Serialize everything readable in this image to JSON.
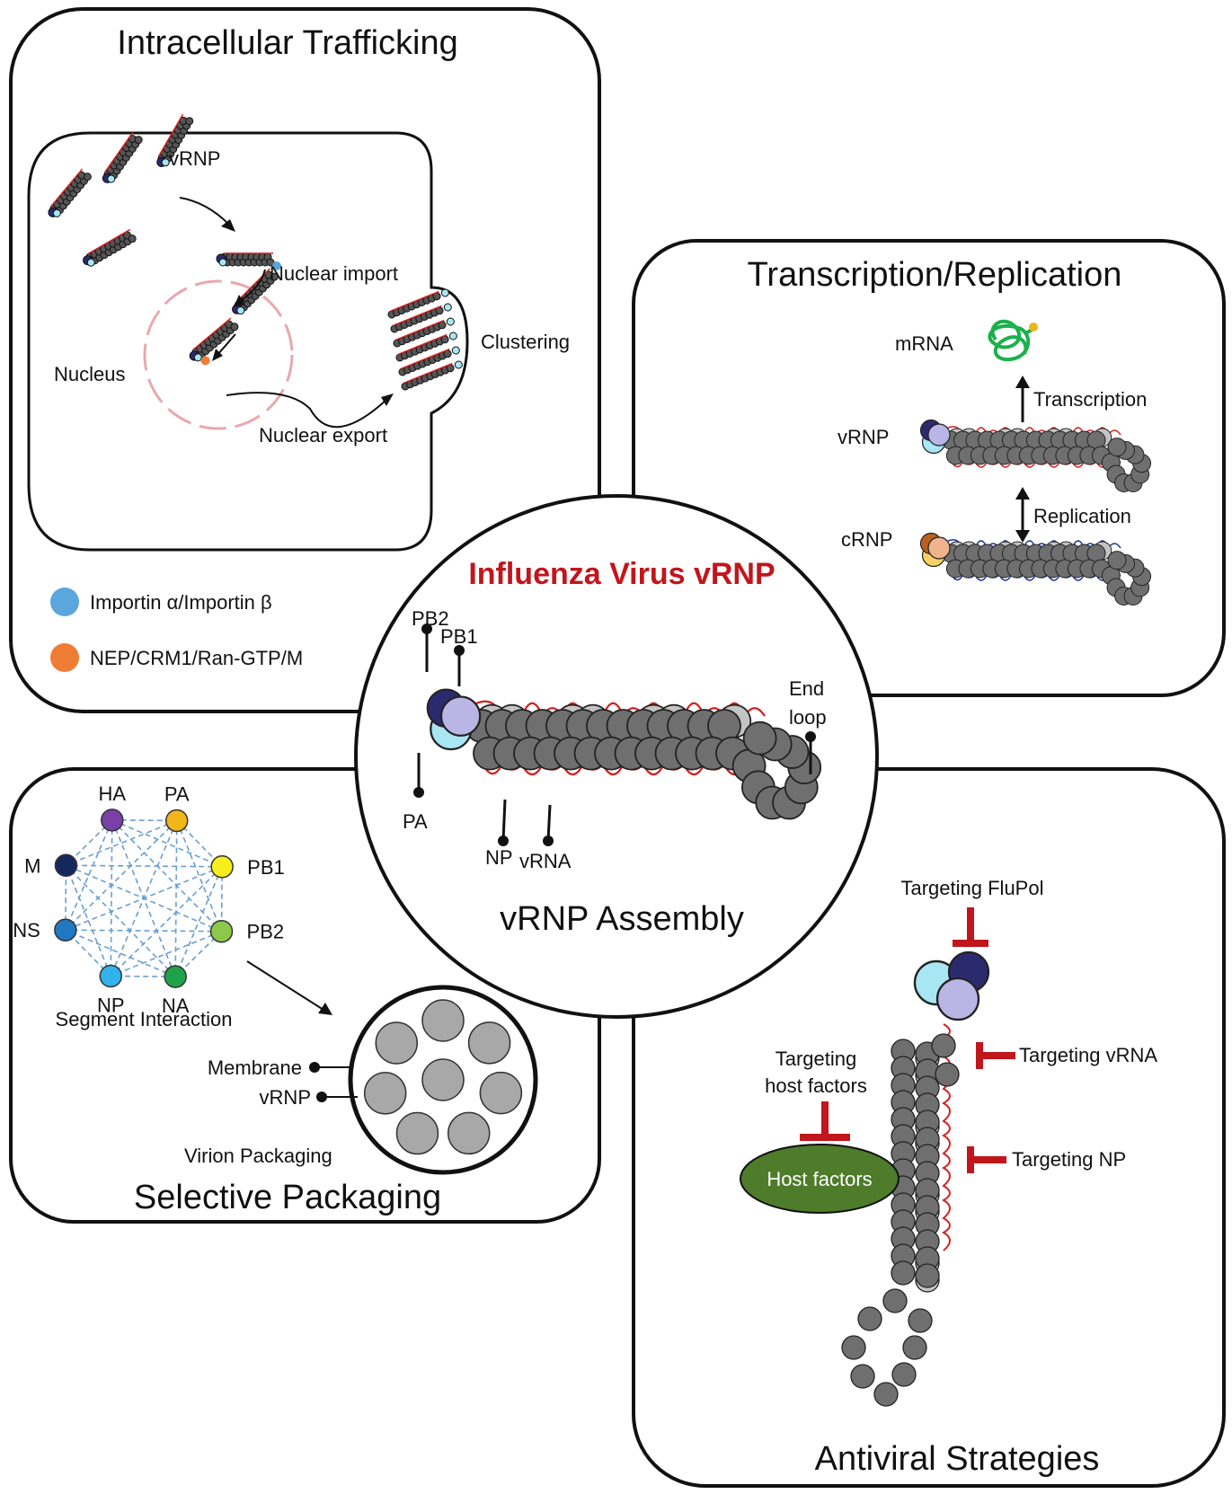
{
  "panels": {
    "trafficking": {
      "title": "Intracellular Trafficking",
      "labels": {
        "vrnp": "vRNP",
        "nuclear_import": "Nuclear import",
        "nucleus": "Nucleus",
        "nuclear_export": "Nuclear export",
        "clustering": "Clustering"
      },
      "legend": [
        {
          "label": "Importin α/Importin β",
          "color": "#5aa6dd"
        },
        {
          "label": "NEP/CRM1/Ran-GTP/M",
          "color": "#f07d35"
        }
      ]
    },
    "transcription": {
      "title": "Transcription/Replication",
      "labels": {
        "mrna": "mRNA",
        "transcription": "Transcription",
        "vrnp": "vRNP",
        "replication": "Replication",
        "crnp": "cRNP"
      }
    },
    "center": {
      "title": "Influenza Virus vRNP",
      "subtitle": "vRNP Assembly",
      "labels": {
        "pb2": "PB2",
        "pb1": "PB1",
        "pa": "PA",
        "np": "NP",
        "vrna": "vRNA",
        "end": "End",
        "loop": "loop"
      }
    },
    "packaging": {
      "title": "Selective Packaging",
      "segments": [
        {
          "name": "HA",
          "color": "#7b3fa8"
        },
        {
          "name": "PA",
          "color": "#f2b51a"
        },
        {
          "name": "PB1",
          "color": "#f7ef1b"
        },
        {
          "name": "PB2",
          "color": "#8dc84b"
        },
        {
          "name": "NA",
          "color": "#1fa34a"
        },
        {
          "name": "NP",
          "color": "#2fb3ea"
        },
        {
          "name": "NS",
          "color": "#2079c0"
        },
        {
          "name": "M",
          "color": "#14285e"
        }
      ],
      "labels": {
        "segment_interaction": "Segment Interaction",
        "membrane": "Membrane",
        "vrnp": "vRNP",
        "virion_packaging": "Virion Packaging"
      }
    },
    "antiviral": {
      "title": "Antiviral Strategies",
      "labels": {
        "flupol": "Targeting FluPol",
        "vrna": "Targeting vRNA",
        "host1": "Targeting",
        "host2": "host factors",
        "np": "Targeting NP",
        "host_factors": "Host factors"
      },
      "inhibitor_color": "#c0161c",
      "host_color": "#4e7c2a"
    }
  },
  "colors": {
    "np_dark": "#6f6f6f",
    "np_light": "#c4c4c4",
    "rna_red": "#d61f1f",
    "rna_blue": "#1d2f9c",
    "pb2": "#2b2a6e",
    "pb1": "#b9b6e6",
    "pa": "#a8e6f4",
    "mrna_green": "#1bb04c",
    "nucleus_pink": "#e8a8ae",
    "crnp_pb2": "#b8611f",
    "crnp_pb1": "#f1b38d",
    "crnp_pa": "#f7d267"
  }
}
